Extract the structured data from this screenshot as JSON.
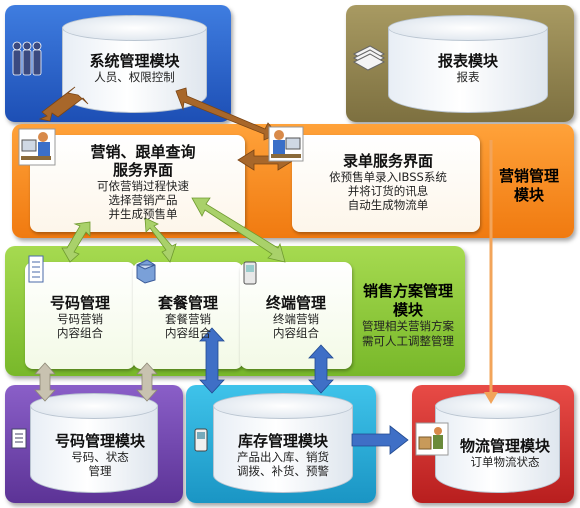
{
  "modules": {
    "system": {
      "title": "系统管理模块",
      "sub": "人员、权限控制"
    },
    "report": {
      "title": "报表模块",
      "sub": "报表"
    },
    "sales_ui": {
      "title_line1": "营销、跟单查询",
      "title_line2": "服务界面",
      "lines": [
        "可依营销过程快速",
        "选择营销产品",
        "并生成预售单"
      ]
    },
    "order_ui": {
      "title": "录单服务界面",
      "lines": [
        "依预售单录入IBSS系统",
        "并将订货的讯息",
        "自动生成物流单"
      ]
    },
    "marketing_label": [
      "营销管理",
      "模块"
    ],
    "number_mgmt": {
      "title": "号码管理",
      "lines": [
        "号码营销",
        "内容组合"
      ]
    },
    "package_mgmt": {
      "title": "套餐管理",
      "lines": [
        "套餐营销",
        "内容组合"
      ]
    },
    "terminal_mgmt": {
      "title": "终端管理",
      "lines": [
        "终端营销",
        "内容组合"
      ]
    },
    "sales_plan": {
      "title_line1": "销售方案管理",
      "title_line2": "模块",
      "lines": [
        "管理相关营销方案",
        "需可人工调整管理"
      ]
    },
    "number_module": {
      "title": "号码管理模块",
      "lines": [
        "号码、状态",
        "管理"
      ]
    },
    "inventory": {
      "title": "库存管理模块",
      "lines": [
        "产品出入库、销货",
        "调拨、补货、预警"
      ]
    },
    "logistics": {
      "title": "物流管理模块",
      "sub": "订单物流状态"
    }
  },
  "colors": {
    "blue": "#2b63cc",
    "olive": "#8f8350",
    "orange": "#f58a20",
    "green": "#8cc63f",
    "purple": "#6f44aa",
    "cyan": "#29abd9",
    "red": "#d2302c"
  }
}
